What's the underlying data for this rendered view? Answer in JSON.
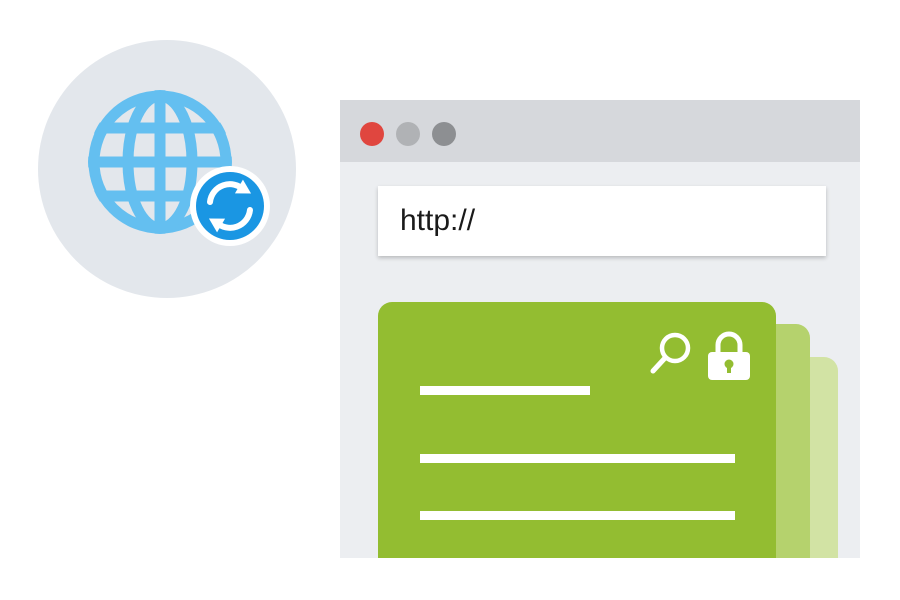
{
  "browser": {
    "traffic_lights": [
      {
        "name": "close",
        "color": "#e0463f"
      },
      {
        "name": "minimize",
        "color": "#b0b2b5"
      },
      {
        "name": "maximize",
        "color": "#8d8f92"
      }
    ],
    "address_bar": {
      "value": "http://"
    }
  },
  "colors": {
    "globe": "#64bff0",
    "sync_badge": "#1a96e3",
    "card_front": "#93bd31",
    "card_back_1": "#b5d26d",
    "card_back_2": "#d2e3a4"
  },
  "icons": {
    "globe": "globe-icon",
    "sync": "sync-icon",
    "search": "search-icon",
    "lock": "lock-icon"
  }
}
